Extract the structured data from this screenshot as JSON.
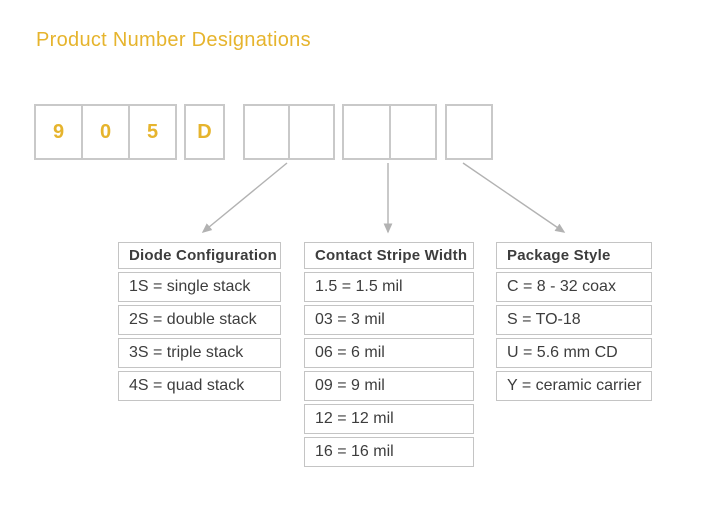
{
  "title": "Product Number Designations",
  "colors": {
    "gold": "#E6B42D",
    "box-border": "#C9C9C9",
    "table-border": "#C4C4C4",
    "text": "#3D3D3D",
    "arrow": "#B2B2B2"
  },
  "product_code": {
    "groups": [
      {
        "cells": [
          "9",
          "0",
          "5"
        ]
      },
      {
        "cells": [
          "D"
        ]
      },
      {
        "cells": [
          "",
          ""
        ]
      },
      {
        "cells": [
          "",
          ""
        ]
      },
      {
        "cells": [
          ""
        ]
      }
    ]
  },
  "tables": [
    {
      "header": "Diode Configuration",
      "rows": [
        "1S = single stack",
        "2S = double stack",
        "3S = triple stack",
        "4S = quad stack"
      ]
    },
    {
      "header": "Contact Stripe Width",
      "rows": [
        "1.5 = 1.5 mil",
        "03 = 3 mil",
        "06 = 6 mil",
        "09 = 9 mil",
        "12 = 12 mil",
        "16 = 16 mil"
      ]
    },
    {
      "header": "Package Style",
      "rows": [
        "C = 8 - 32 coax",
        "S = TO-18",
        "U = 5.6 mm CD",
        "Y = ceramic carrier"
      ]
    }
  ]
}
